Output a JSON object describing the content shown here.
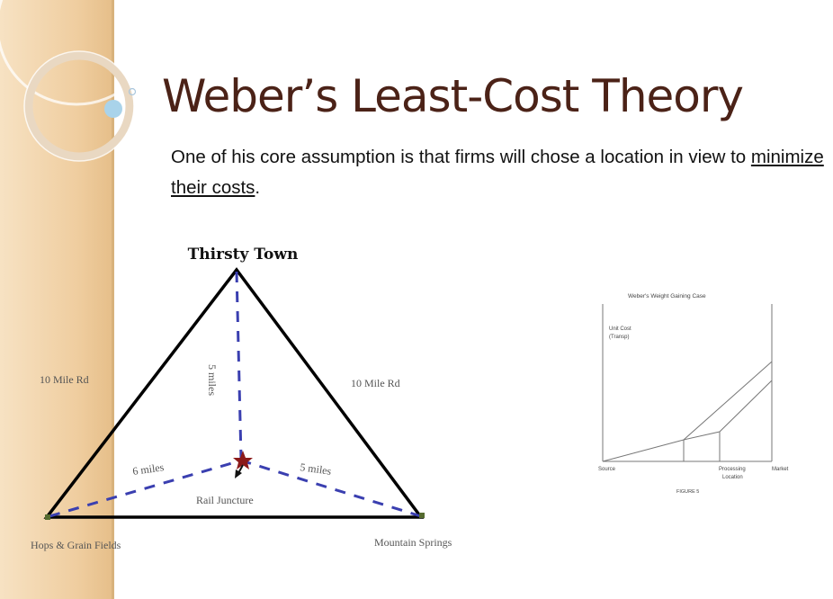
{
  "slide": {
    "title": "Weber’s Least-Cost Theory",
    "subtitle_prefix": "One of his core assumption is that firms will chose a location in view to ",
    "subtitle_underlined": "minimize their costs",
    "subtitle_suffix": "."
  },
  "triangle_diagram": {
    "top_vertex": "Thirsty Town",
    "left_vertex": "Hops & Grain Fields",
    "right_vertex": "Mountain Springs",
    "center_point": "Rail Juncture",
    "left_edge": "10 Mile Rd",
    "right_edge": "10 Mile Rd",
    "dist_top": "5 miles",
    "dist_left": "6 miles",
    "dist_right": "5 miles"
  },
  "weight_graph": {
    "title": "Weber's Weight Gaining Case",
    "y_label_1": "Unit Cost",
    "y_label_2": "(Transp)",
    "x_source": "Source",
    "x_processing_1": "Processing",
    "x_processing_2": "Location",
    "x_market": "Market",
    "caption": "FIGURE 5"
  },
  "colors": {
    "title": "#4b2217",
    "side_band": "#efcd9f",
    "dashed_line": "#3a3fb0",
    "triangle": "#000000",
    "juncture_star": "#8b1a1a"
  }
}
